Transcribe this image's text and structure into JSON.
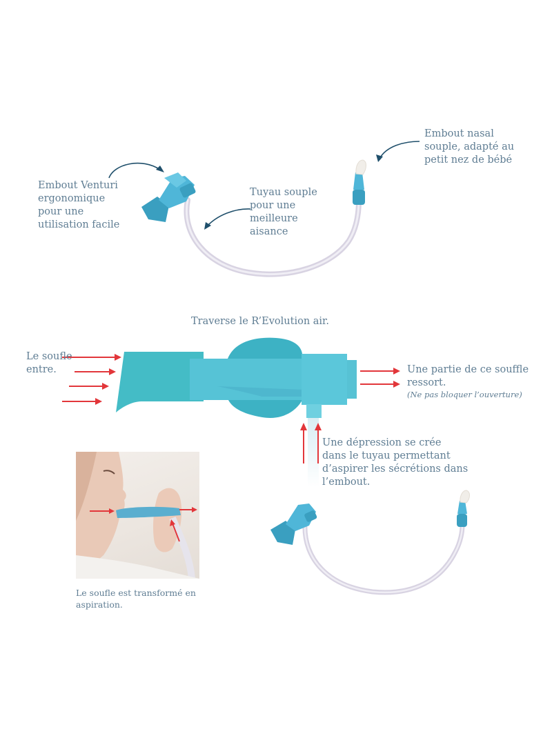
{
  "top_labels": {
    "venturi": [
      "Embout Venturi",
      "ergonomique",
      "pour une",
      "utilisation facile"
    ],
    "tube": [
      "Tuyau souple",
      "pour une",
      "meilleure",
      "aisance"
    ],
    "nasal": [
      "Embout nasal",
      "souple, adapté au",
      "petit nez de bébé"
    ]
  },
  "flow_labels": {
    "title": "Traverse le R’Evolution air.",
    "in": [
      "Le soufle",
      "entre."
    ],
    "out": [
      "Une partie de ce souffle",
      "ressort."
    ],
    "out_note": "(Ne pas bloquer l’ouverture)",
    "depression": [
      "Une dépression se crée",
      "dans le tuyau permettant",
      "d’aspirer les sécrétions dans",
      "l’embout."
    ],
    "photo_caption": [
      "Le soufle est transformé en",
      "aspiration."
    ]
  },
  "colors": {
    "label_text": "#5f7d93",
    "device_blue": "#5bbfd6",
    "device_blue_dark": "#3a9fc0",
    "mouthpiece_teal": "#3fbcc0",
    "arrow_red": "#e2363a",
    "tube": "#e4e0ec"
  }
}
